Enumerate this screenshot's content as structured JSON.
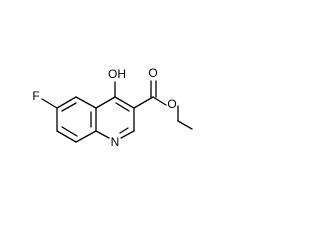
{
  "molecule": {
    "atoms": {
      "fluorine": "F",
      "hydroxyl": "OH",
      "ring_nitrogen": "N",
      "carbonyl_oxygen": "O",
      "ester_oxygen": "O"
    }
  }
}
